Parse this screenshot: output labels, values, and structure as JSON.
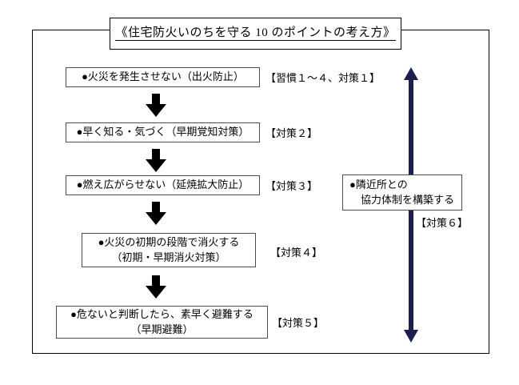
{
  "diagram": {
    "title": "《住宅防火いのちを守る 10 のポイントの考え方》",
    "accent_color": "#1f1f4d",
    "border_color": "#000000",
    "box_border_color": "#4d4d4d",
    "flow_boxes": [
      {
        "id": "box-1",
        "lines": [
          "●火災を発生させない（出火防止）"
        ],
        "label": "【習慣１～４、対策１】"
      },
      {
        "id": "box-2",
        "lines": [
          "●早く知る・気づく（早期覚知対策）"
        ],
        "label": "【対策２】"
      },
      {
        "id": "box-3",
        "lines": [
          "●燃え広がらせない（延焼拡大防止）"
        ],
        "label": "【対策３】"
      },
      {
        "id": "box-4",
        "lines": [
          "●火災の初期の段階で消火する",
          "（初期・早期消火対策）"
        ],
        "label": "【対策４】"
      },
      {
        "id": "box-5",
        "lines": [
          "●危ないと判断したら、素早く避難する",
          "（早期避難）"
        ],
        "label": "【対策５】"
      }
    ],
    "side_box": {
      "id": "box-6",
      "lines": [
        "●隣近所との",
        "協力体制を構築する"
      ],
      "label": "【対策６】"
    },
    "connectors": {
      "down_arrow_icon": "down-block-arrow",
      "vertical_arrow_icon": "vertical-double-arrow",
      "count": 4
    }
  }
}
